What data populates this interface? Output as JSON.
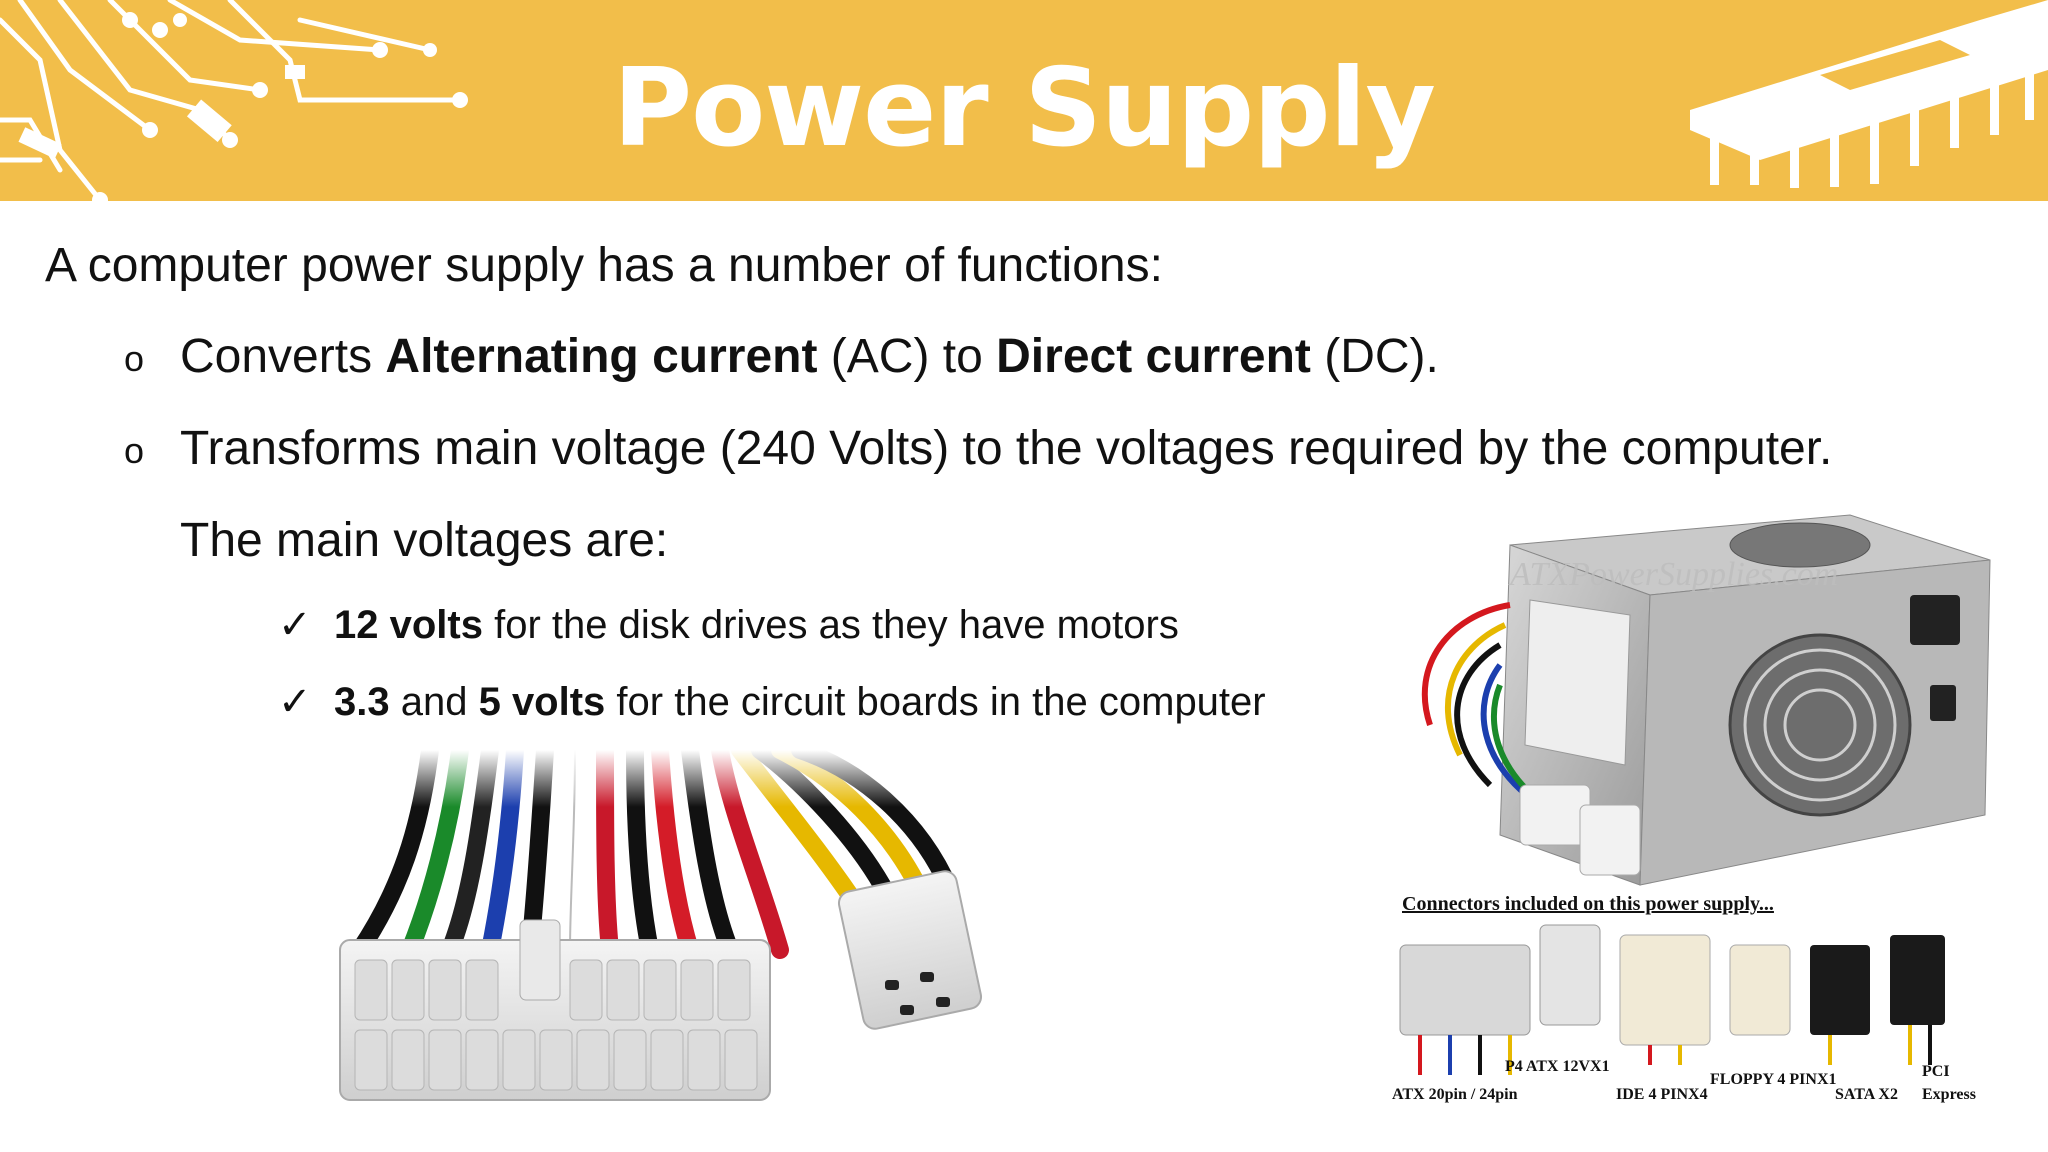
{
  "slide": {
    "title": "Power Supply",
    "intro": "A computer power supply has a number of functions:",
    "bullet_marker": "o",
    "bullets": [
      {
        "parts": [
          "Converts ",
          "Alternating current",
          " (AC) to ",
          "Direct current",
          " (DC)."
        ]
      },
      {
        "text": "Transforms main voltage (240 Volts) to the voltages required by the computer."
      }
    ],
    "subline": "The main voltages are:",
    "check_marker": "✓",
    "checks": [
      {
        "bold": "12 volts",
        "rest": " for the disk drives as they have motors"
      },
      {
        "bold1": "3.3",
        "mid": " and ",
        "bold2": "5 volts",
        "rest": " for the circuit boards in the computer"
      }
    ]
  },
  "psu_image": {
    "watermark": "ATXPowerSupplies.com",
    "caption_title": "Connectors included on this power supply...",
    "labels": [
      "P4 ATX 12VX1",
      "ATX 20pin / 24pin",
      "IDE 4 PINX4",
      "FLOPPY 4 PINX1",
      "SATA X2",
      "PCI",
      "Express"
    ]
  },
  "colors": {
    "header_bg": "#f2be4a",
    "title": "#ffffff",
    "text": "#111111"
  },
  "icons": [
    "circuit-trace-decoration",
    "chip-decoration",
    "check-icon"
  ]
}
